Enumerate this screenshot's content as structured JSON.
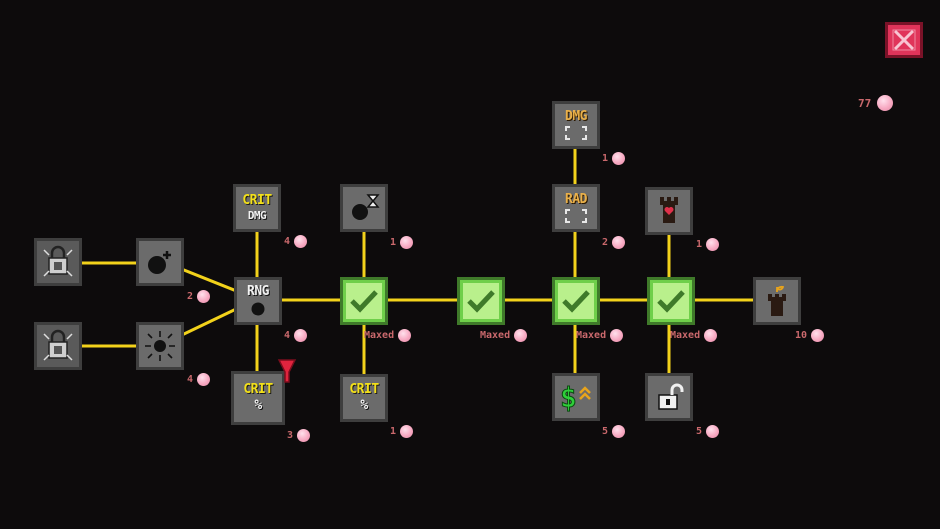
{
  "currency": {
    "amount": "77",
    "icon": "essence-orb-icon"
  },
  "close_button": {
    "icon": "close-x-icon",
    "color": "#e0345a"
  },
  "colors": {
    "wire": "#f2d21b",
    "node_bg": "#6b6b6b",
    "maxed_bg": "#b9f08c",
    "cost_text": "#c9686c",
    "orb": "#f7a9c2"
  },
  "nodes": {
    "lock_turret_top": {
      "icon": "locked-turret-icon"
    },
    "lock_turret_bottom": {
      "icon": "locked-turret-icon"
    },
    "bomb_plus": {
      "icon": "bomb-plus-icon",
      "cost": "2"
    },
    "bomb_spread": {
      "icon": "bomb-spread-icon",
      "cost": "4"
    },
    "rng": {
      "label": "RNG",
      "icon": "bomb-icon",
      "cost": "4"
    },
    "crit_dmg": {
      "line1": "CRIT",
      "line2": "DMG",
      "cost": "4"
    },
    "crit_pct_left": {
      "line1": "CRIT",
      "line2": "%",
      "cost": "3"
    },
    "bomb_timer": {
      "icon": "bomb-hourglass-icon",
      "cost": "1"
    },
    "crit_pct_mid": {
      "line1": "CRIT",
      "line2": "%",
      "cost": "1"
    },
    "maxed_1": {
      "icon": "checkmark-icon",
      "status": "Maxed"
    },
    "maxed_2": {
      "icon": "checkmark-icon",
      "status": "Maxed"
    },
    "maxed_3": {
      "icon": "checkmark-icon",
      "status": "Maxed"
    },
    "maxed_4": {
      "icon": "checkmark-icon",
      "status": "Maxed"
    },
    "dmg_area": {
      "label": "DMG",
      "icon": "area-bracket-icon",
      "cost": "1"
    },
    "rad_area": {
      "label": "RAD",
      "icon": "area-bracket-icon",
      "cost": "2"
    },
    "money_up": {
      "icon": "dollar-arrows-icon",
      "cost": "5"
    },
    "tower_heart": {
      "icon": "tower-heart-icon",
      "cost": "1"
    },
    "unlock": {
      "icon": "unlock-padlock-icon",
      "cost": "5"
    },
    "tower_final": {
      "icon": "tower-sprout-icon",
      "cost": "10"
    }
  },
  "marker": {
    "icon": "red-marker-icon"
  }
}
